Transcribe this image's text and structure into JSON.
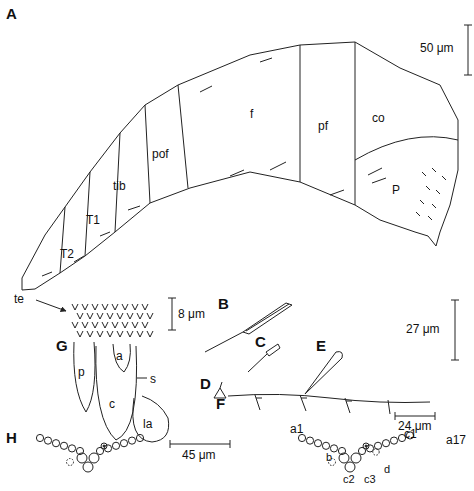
{
  "diagram": {
    "labels": [
      "A",
      "50 μm",
      "co",
      "P",
      "pf",
      "f",
      "pof",
      "tib",
      "T1",
      "T2",
      "te",
      "B",
      "C",
      "D",
      "27 μm",
      "E",
      "F",
      "24 μm",
      "G",
      "p",
      "a",
      "s",
      "c",
      "la",
      "8 μm",
      "H",
      "45 μm",
      "a1",
      "c1",
      "a17",
      "b",
      "c2",
      "c3",
      "d"
    ]
  }
}
